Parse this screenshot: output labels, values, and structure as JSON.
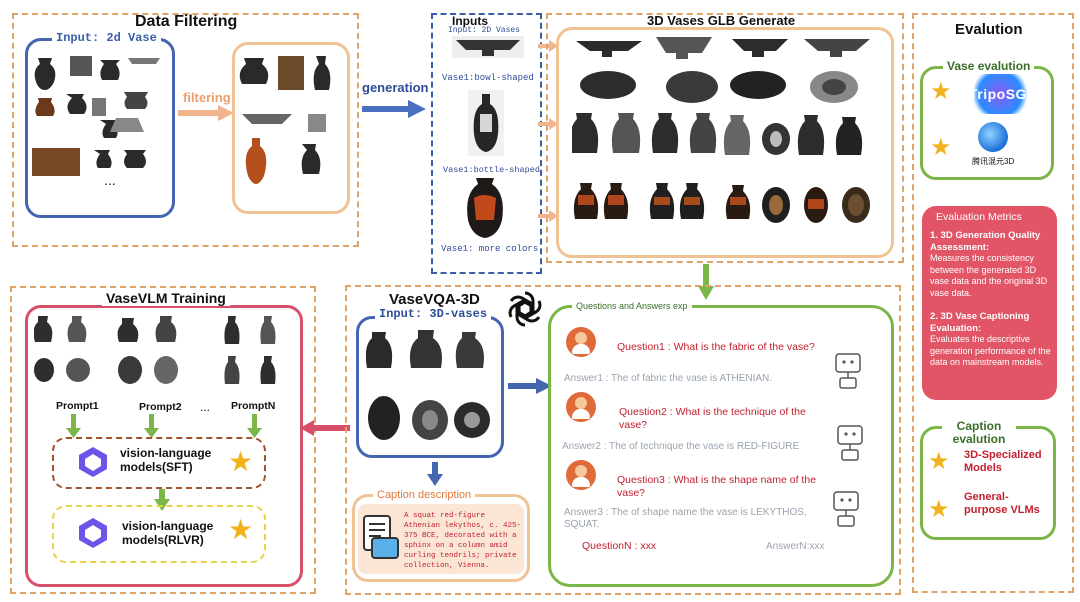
{
  "data_filtering": {
    "title": "Data Filtering",
    "input_label": "Input: 2d Vase",
    "ellipsis": "...",
    "filtering_label": "filtering"
  },
  "generation_label": "generation",
  "inputs": {
    "title": "Inputs",
    "top_label": "Input: 2D Vases",
    "vase1_bowl": "Vase1:bowl-shaped",
    "vase1_bottle": "Vase1:bottle-shaped",
    "vase1_colors": "Vase1: more colors"
  },
  "glb": {
    "title": "3D Vases GLB Generate"
  },
  "evalution": {
    "title": "Evalution",
    "vase_evalution": "Vase evalution",
    "triposg": "TripoSG",
    "hunyuan": "腾讯混元3D",
    "metrics_title": "Evaluation Metrics",
    "metric1_head": "1. 3D Generation Quality Assessment:",
    "metric1_body": "Measures the consistency between the generated 3D vase data and the original 3D vase data.",
    "metric2_head": "2. 3D Vase Captioning Evaluation:",
    "metric2_body": "Evaluates the descriptive generation performance of the data on mainstream models.",
    "caption_evalution": "Caption evalution",
    "specialized": "3D-Specialized Models",
    "general": "General-purpose VLMs"
  },
  "vasevlm": {
    "title": "VaseVLM Training",
    "prompt1": "Prompt1",
    "prompt2": "Prompt2",
    "ellipsis": "...",
    "promptN": "PromptN",
    "sft": "vision-language models(SFT)",
    "rlvr": "vision-language models(RLVR)"
  },
  "vasevqa": {
    "title": "VaseVQA-3D",
    "input_label": "Input: 3D-vases",
    "caption_title": "Caption description",
    "caption_text": "A squat red-figure Athenian lekythos, c. 425-375 BCE, decorated with a sphinx on a column amid curling tendrils; private collection, Vienna."
  },
  "qa": {
    "title": "Questions and Answers exp",
    "q1": "Question1 : What is the fabric of the vase?",
    "a1": "Answer1 : The of fabric the vase is ATHENIAN.",
    "q2": "Question2 : What is the technique of the vase?",
    "a2": "Answer2 : The of technique the vase is RED-FIGURE",
    "q3": "Question3 : What is the shape name of the vase?",
    "a3": "Answer3 : The of shape name the vase is LEKYTHOS, SQUAT.",
    "qN": "QuestionN : xxx",
    "aN": "AnswerN:xxx"
  },
  "colors": {
    "orange_dash": "#e0a368",
    "blue_dash": "#3a5ea8",
    "green": "#7ab648",
    "red": "#d84f6a",
    "metrics_bg": "#e25566"
  }
}
